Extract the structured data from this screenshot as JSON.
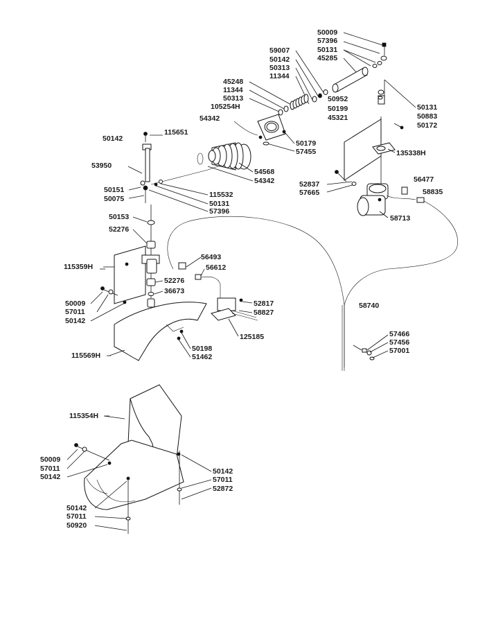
{
  "labels": {
    "l50009a": "50009",
    "l57396a": "57396",
    "l50131a": "50131",
    "l45285": "45285",
    "l59007": "59007",
    "l50142a": "50142",
    "l50313a": "50313",
    "l11344a": "11344",
    "l45248": "45248",
    "l11344b": "11344",
    "l50313b": "50313",
    "l105254H": "105254H",
    "l54342a": "54342",
    "l50952": "50952",
    "l50199": "50199",
    "l45321": "45321",
    "l50131b": "50131",
    "l50883": "50883",
    "l50172": "50172",
    "l50179": "50179",
    "l57455": "57455",
    "l135338H": "135338H",
    "l50142b": "50142",
    "l115651": "115651",
    "l53950": "53950",
    "l54568": "54568",
    "l54342b": "54342",
    "l52837": "52837",
    "l57665": "57665",
    "l56477": "56477",
    "l58835": "58835",
    "l50151": "50151",
    "l50075": "50075",
    "l115532": "115532",
    "l50131c": "50131",
    "l57396b": "57396",
    "l58713": "58713",
    "l50153": "50153",
    "l52276a": "52276",
    "l56493": "56493",
    "l56612": "56612",
    "l115359H": "115359H",
    "l52276b": "52276",
    "l36673": "36673",
    "l50009b": "50009",
    "l57011a": "57011",
    "l50142c": "50142",
    "l52817": "52817",
    "l58827": "58827",
    "l58740": "58740",
    "l125185": "125185",
    "l50198": "50198",
    "l51462": "51462",
    "l115569H": "115569H",
    "l57466": "57466",
    "l57456": "57456",
    "l57001": "57001",
    "l115354H": "115354H",
    "l50009c": "50009",
    "l57011b": "57011",
    "l50142d": "50142",
    "l50142e": "50142",
    "l57011c": "57011",
    "l52872": "52872",
    "l50142f": "50142",
    "l57011d": "57011",
    "l50920": "50920"
  }
}
